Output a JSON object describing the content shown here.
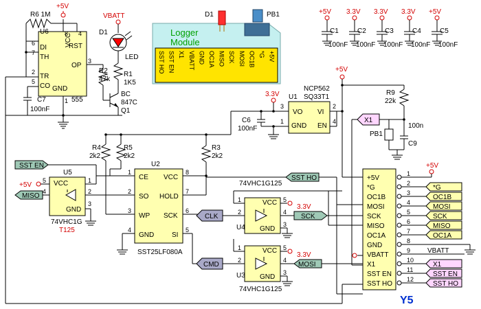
{
  "supply": {
    "p5v": "+5V",
    "p3v3": "3.3V",
    "vbatt": "VBATT"
  },
  "u6": {
    "ref": "U6",
    "part": "555",
    "r6": "R6 1M",
    "pins": {
      "di": "DI",
      "th": "TH",
      "tr": "TR",
      "co": "CO",
      "vcc": "VCC",
      "rst": "RST",
      "op": "OP",
      "gnd": "GND"
    },
    "pnum": {
      "p6": "6",
      "p7": "7",
      "p2": "2",
      "p5": "5",
      "p8": "8",
      "p4": "4",
      "p3": "3",
      "p1": "1"
    },
    "c7": "C7",
    "c7v": "100nF"
  },
  "led": {
    "ref": "D1",
    "label": "LED",
    "r1": "R1",
    "r1v": "1K5",
    "r2": "R2",
    "r2v": "47k",
    "q1": "Q1",
    "bc": "BC",
    "bcv": "847C"
  },
  "module": {
    "title1": "Logger",
    "title2": "Module",
    "d1": "D1",
    "pb1": "PB1",
    "pins": [
      "SST HO",
      "SST EN",
      "X1",
      "VBATT",
      "GND",
      "OC1A",
      "MISO",
      "SCK",
      "MOSI",
      "OC1B",
      "*G",
      "+5V"
    ]
  },
  "caps": {
    "supplies": [
      "+5V",
      "3.3V",
      "3.3V",
      "3.3V",
      "+5V"
    ],
    "refs": [
      "C1",
      "C2",
      "C3",
      "C4",
      "C5"
    ],
    "values": [
      "100nF",
      "100nF",
      "100nF",
      "100nF",
      "100nF"
    ]
  },
  "u1": {
    "ref": "U1",
    "part1": "NCP562",
    "part2": "SQ33T1",
    "pins": {
      "vo": "VO",
      "vi": "VI",
      "gnd": "GND",
      "en": "EN"
    },
    "pnum": {
      "p3": "3",
      "p1": "1",
      "p2": "2",
      "p4": "4"
    },
    "c6": "C6",
    "c6v": "100nF"
  },
  "r9": {
    "ref": "R9",
    "val": "22k",
    "c9": "C9",
    "c9v": "100n",
    "pb1": "PB1",
    "x1": "X1"
  },
  "u2": {
    "ref": "U2",
    "part": "SST25LF080A",
    "pins": {
      "ce": "CE",
      "so": "SO",
      "wp": "WP",
      "gnd": "GND",
      "vcc": "VCC",
      "hold": "HOLD",
      "sck": "SCK",
      "si": "SI"
    },
    "pnum": {
      "p1": "1",
      "p2": "2",
      "p3": "3",
      "p4": "4",
      "p8": "8",
      "p7": "7",
      "p6": "6",
      "p5": "5"
    },
    "r3": "R3",
    "r3v": "2k2",
    "r4": "R4",
    "r4v": "2k2",
    "r5": "R5",
    "r5v": "2k2"
  },
  "u5": {
    "ref": "U5",
    "part1": "74VHC1G",
    "part2": "T125",
    "vcc": "VCC",
    "gnd": "GND",
    "pnum": {
      "p5": "5",
      "p4": "4",
      "p1": "1",
      "p2": "2",
      "p3": "3"
    }
  },
  "u4": {
    "ref": "U4",
    "part": "74VHC1G125",
    "vcc": "VCC",
    "gnd": "GND",
    "pnum": {
      "p1": "1",
      "p2": "2",
      "p3": "3",
      "p4": "4",
      "p5": "5"
    }
  },
  "u3": {
    "ref": "U3",
    "part": "74VHC1G125",
    "vcc": "VCC",
    "gnd": "GND",
    "pnum": {
      "p1": "1",
      "p2": "2",
      "p3": "3",
      "p4": "4",
      "p5": "5"
    }
  },
  "flags": {
    "sst_en": "SST EN",
    "sst_ho": "SST HO",
    "miso": "MISO",
    "clk": "CLK",
    "cmd": "CMD",
    "sck": "SCK",
    "mosi": "MOSI"
  },
  "y5": {
    "ref": "Y5",
    "pins": [
      "+5V",
      "*G",
      "OC1B",
      "MOSI",
      "SCK",
      "MISO",
      "OC1A",
      "GND",
      "VBATT",
      "X1",
      "SST EN",
      "SST HO"
    ],
    "nums": [
      "1",
      "2",
      "3",
      "4",
      "5",
      "6",
      "7",
      "8",
      "9",
      "10",
      "11",
      "12"
    ],
    "nets": [
      "*G",
      "OC1B",
      "MOSI",
      "SCK",
      "MISO",
      "OC1A",
      "VBATT",
      "X1",
      "SST EN",
      "SST HO"
    ]
  }
}
